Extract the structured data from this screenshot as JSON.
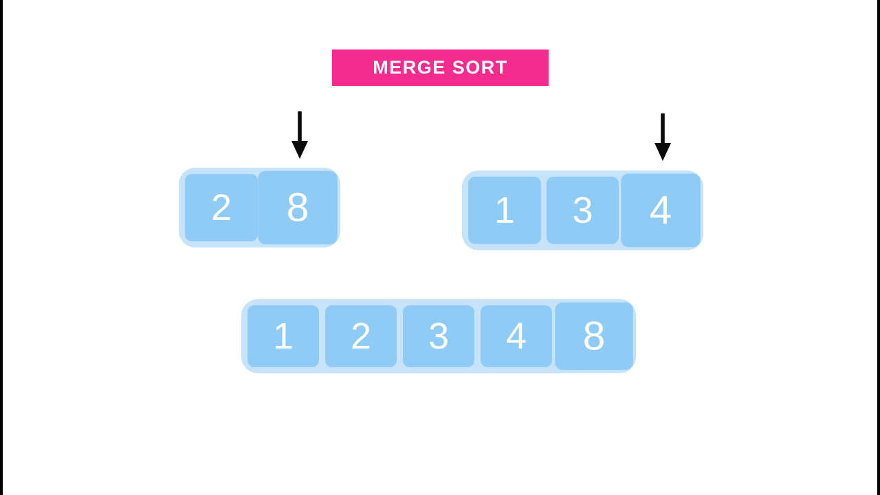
{
  "banner": {
    "label": "MERGE SORT"
  },
  "colors": {
    "accent_pink": "#F32C8D",
    "cell_blue": "#8FCBF4",
    "container_blue": "#C7E3FA",
    "arrow_black": "#0B0B0B",
    "page_background": "#FFFFFF",
    "edge_bar_black": "#000000",
    "number_white": "#FDFEFE"
  },
  "arrays": {
    "left_subarray": {
      "values": [
        "2",
        "8"
      ],
      "pointer_index": 1
    },
    "right_subarray": {
      "values": [
        "1",
        "3",
        "4"
      ],
      "pointer_index": 2
    },
    "merged_array": {
      "values": [
        "1",
        "2",
        "3",
        "4",
        "8"
      ],
      "highlighted_index": 4
    }
  }
}
